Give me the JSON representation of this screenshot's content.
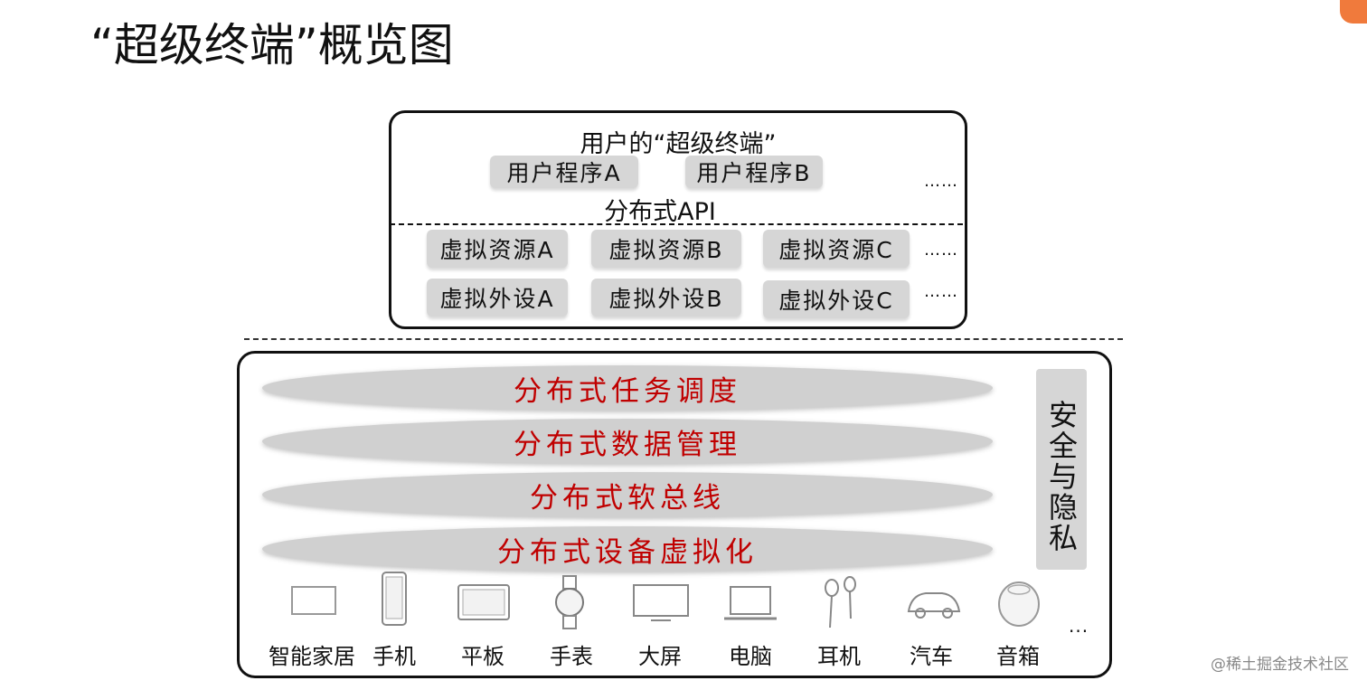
{
  "title": "“超级终端”概览图",
  "upper": {
    "title": "用户的“超级终端”",
    "apps": [
      "用户程序A",
      "用户程序B"
    ],
    "api": "分布式API",
    "virtual_resources": [
      "虚拟资源A",
      "虚拟资源B",
      "虚拟资源C"
    ],
    "virtual_peripherals": [
      "虚拟外设A",
      "虚拟外设B",
      "虚拟外设C"
    ],
    "ellipsis": "……"
  },
  "layers": [
    "分布式任务调度",
    "分布式数据管理",
    "分布式软总线",
    "分布式设备虚拟化"
  ],
  "security": "安全与隐私",
  "devices": [
    "智能家居",
    "手机",
    "平板",
    "手表",
    "大屏",
    "电脑",
    "耳机",
    "汽车",
    "音箱"
  ],
  "devices_ellipsis": "...",
  "watermark": "@稀土掘金技术社区",
  "colors": {
    "layer_text": "#c00000",
    "chip": "#d6d6d6",
    "layer_fill": "#d0d0d0"
  }
}
